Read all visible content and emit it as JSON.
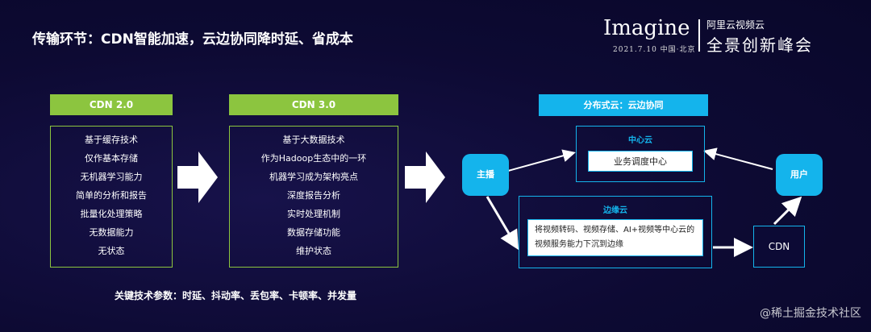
{
  "title": "传输环节：CDN智能加速，云边协同降时延、省成本",
  "brand": {
    "main": "Imagine",
    "date": "2021.7.10  中国·北京",
    "sub1": "阿里云视频云",
    "sub2": "全景创新峰会"
  },
  "cdn2": {
    "header": "CDN 2.0",
    "items": [
      "基于缓存技术",
      "仅作基本存储",
      "无机器学习能力",
      "简单的分析和报告",
      "批量化处理策略",
      "无数据能力",
      "无状态"
    ]
  },
  "cdn3": {
    "header": "CDN 3.0",
    "items": [
      "基于大数据技术",
      "作为Hadoop生态中的一环",
      "机器学习成为架构亮点",
      "深度报告分析",
      "实时处理机制",
      "数据存储功能",
      "维护状态"
    ]
  },
  "distributed": {
    "header": "分布式云：云边协同",
    "center_cloud": {
      "label": "中心云",
      "content": "业务调度中心"
    },
    "edge_cloud": {
      "label": "边缘云",
      "content": "将视频转码、视频存储、AI+视频等中心云的视频服务能力下沉到边缘"
    },
    "anchor": "主播",
    "user": "用户",
    "cdn": "CDN"
  },
  "params": "关键技术参数：时延、抖动率、丢包率、卡顿率、并发量",
  "watermark": "@稀土掘金技术社区",
  "colors": {
    "green": "#8cc53f",
    "blue": "#14b4ec",
    "background": "#0d0a33"
  }
}
